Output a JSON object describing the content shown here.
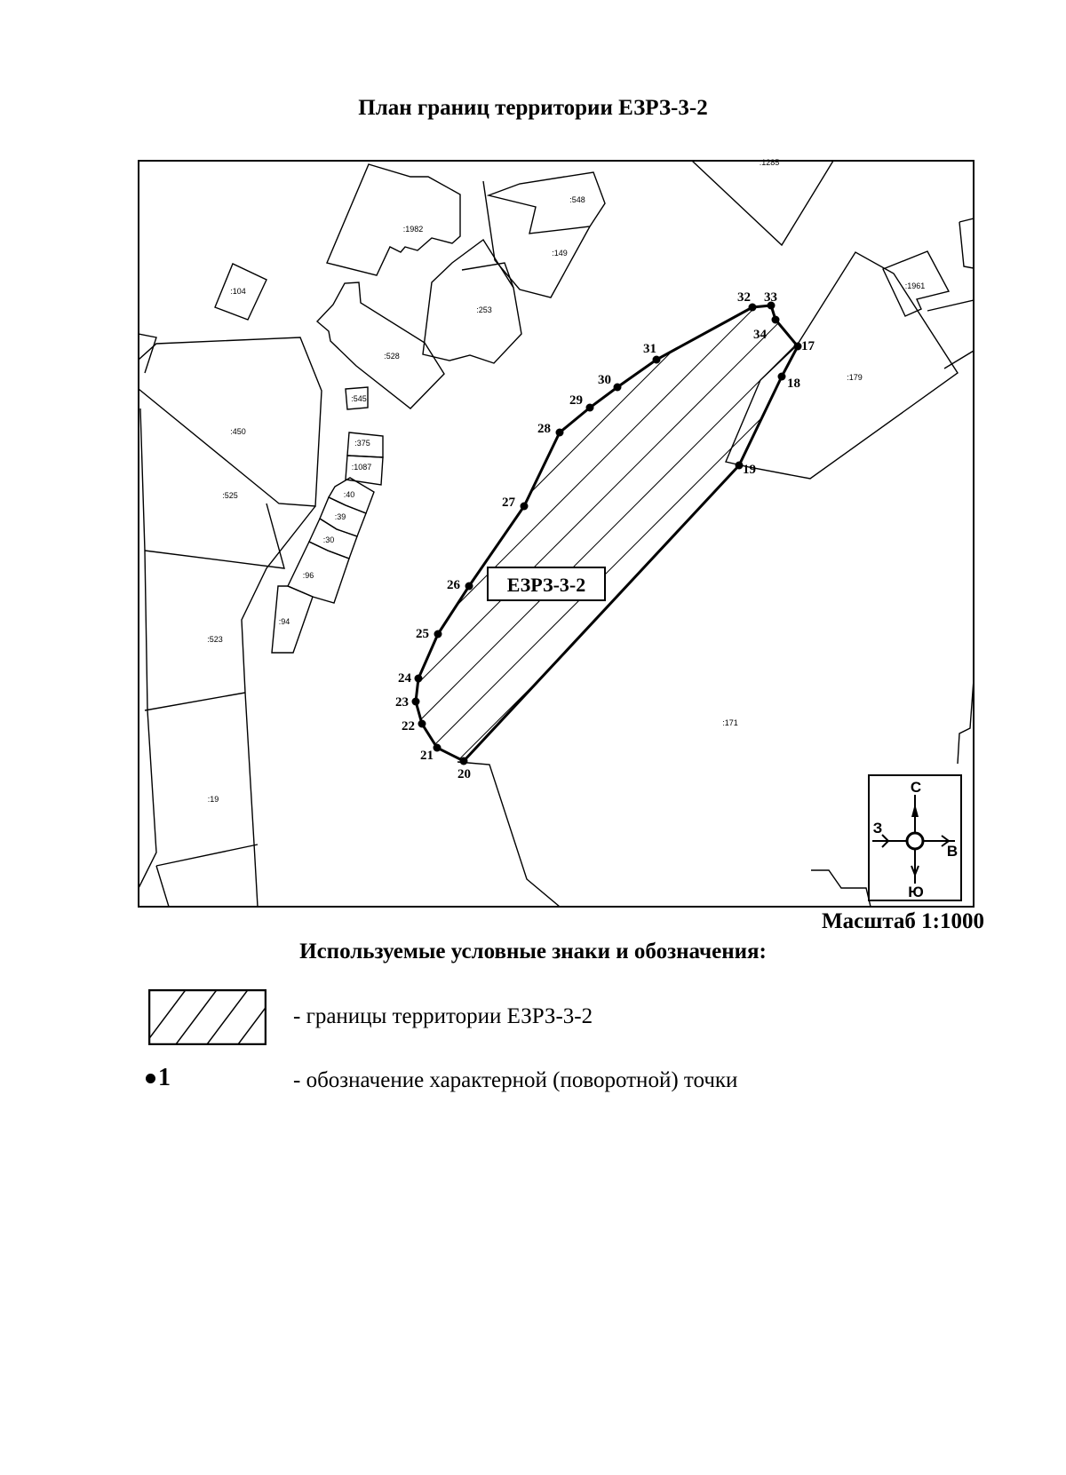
{
  "title": "План границ территории ЕЗРЗ-3-2",
  "zone_label": "ЕЗРЗ-3-2",
  "scale_text": "Масштаб 1:1000",
  "legend": {
    "title": "Используемые условные знаки и обозначения:",
    "items": [
      {
        "symbol": "hatched-rectangle",
        "text": "- границы территории ЕЗРЗ-3-2"
      },
      {
        "symbol": "point-marker",
        "marker_label": "1",
        "text": "- обозначение характерной (поворотной) точки"
      }
    ]
  },
  "compass": {
    "north": "С",
    "south": "Ю",
    "east": "В",
    "west": "З"
  },
  "parcels": [
    ":1285",
    ":548",
    ":1982",
    ":149",
    ":104",
    ":253",
    ":1961",
    ":528",
    ":179",
    ":545",
    ":450",
    ":375",
    ":1087",
    ":40",
    ":525",
    ":39",
    ":30",
    ":96",
    ":94",
    ":523",
    ":171",
    ":19"
  ],
  "boundary_points": [
    "17",
    "18",
    "19",
    "20",
    "21",
    "22",
    "23",
    "24",
    "25",
    "26",
    "27",
    "28",
    "29",
    "30",
    "31",
    "32",
    "33",
    "34"
  ],
  "colors": {
    "ink": "#000000",
    "paper": "#ffffff"
  }
}
